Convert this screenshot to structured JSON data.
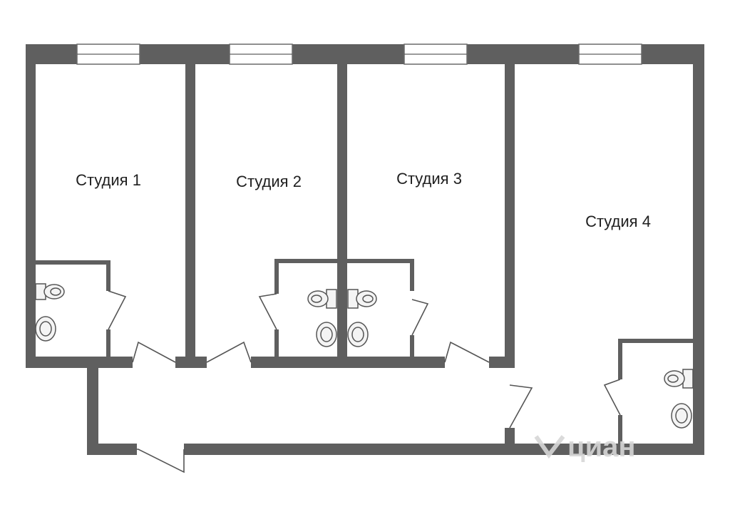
{
  "rooms": [
    {
      "label": "Студия 1"
    },
    {
      "label": "Студия 2"
    },
    {
      "label": "Студия 3"
    },
    {
      "label": "Студия 4"
    }
  ],
  "watermark": {
    "brand": "циан"
  },
  "colors": {
    "wall": "#5f5f5f",
    "background": "#ffffff"
  }
}
